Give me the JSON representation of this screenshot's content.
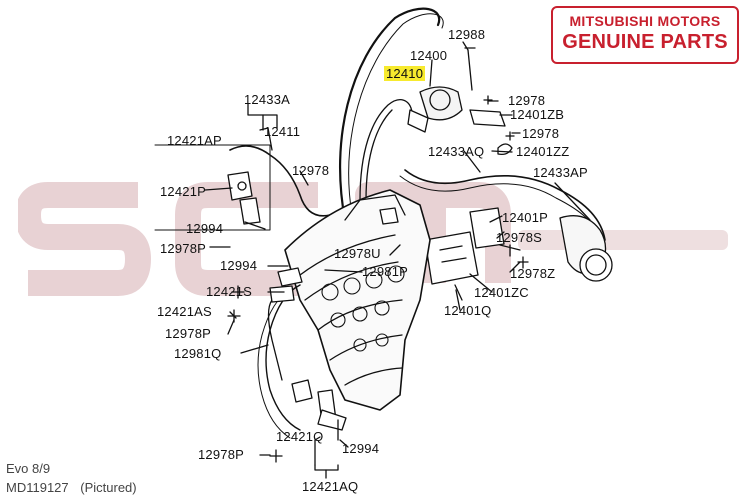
{
  "badge": {
    "line1": "MITSUBISHI MOTORS",
    "line2": "GENUINE PARTS",
    "color": "#c8202e"
  },
  "highlight_color": "#f7ea2e",
  "watermark_color": "#e8d2d4",
  "parts": {
    "p12988": "12988",
    "p12400": "12400",
    "p12410": "12410",
    "p12978_a": "12978",
    "p12401ZB": "12401ZB",
    "p12978_b": "12978",
    "p12433AQ": "12433AQ",
    "p12401ZZ": "12401ZZ",
    "p12433AP": "12433AP",
    "p12433A": "12433A",
    "p12411": "12411",
    "p12421AP": "12421AP",
    "p12421P": "12421P",
    "p12978_c": "12978",
    "p12994_a": "12994",
    "p12978P_a": "12978P",
    "p12994_b": "12994",
    "p12978U": "12978U",
    "p12981P": "12981P",
    "p12421S": "12421S",
    "p12421AS": "12421AS",
    "p12978P_b": "12978P",
    "p12981Q": "12981Q",
    "p12401P": "12401P",
    "p12978S": "12978S",
    "p12978Z": "12978Z",
    "p12401ZC": "12401ZC",
    "p12401Q": "12401Q",
    "p12421Q": "12421Q",
    "p12994_c": "12994",
    "p12978P_c": "12978P",
    "p12421AQ": "12421AQ"
  },
  "footer": {
    "model": "Evo 8/9",
    "part_number": "MD119127",
    "note": "(Pictured)"
  }
}
